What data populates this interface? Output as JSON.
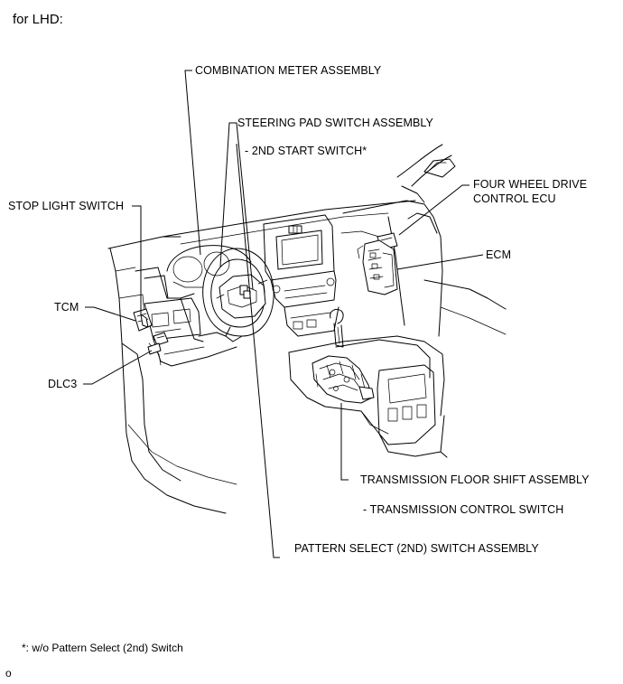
{
  "header": "for LHD:",
  "labels": {
    "combination_meter": "COMBINATION METER ASSEMBLY",
    "steering_pad_switch": "STEERING PAD SWITCH ASSEMBLY",
    "second_start_switch": "- 2ND START SWITCH*",
    "four_wheel_drive_ecu_line1": "FOUR WHEEL DRIVE",
    "four_wheel_drive_ecu_line2": "CONTROL ECU",
    "stop_light_switch": "STOP LIGHT SWITCH",
    "ecm": "ECM",
    "tcm": "TCM",
    "dlc3": "DLC3",
    "transmission_floor_shift": "TRANSMISSION FLOOR SHIFT ASSEMBLY",
    "transmission_control_switch": "- TRANSMISSION CONTROL SWITCH",
    "pattern_select_switch": "PATTERN SELECT (2ND) SWITCH ASSEMBLY"
  },
  "footnote": "*: w/o Pattern Select (2nd) Switch",
  "figure_code": "o"
}
